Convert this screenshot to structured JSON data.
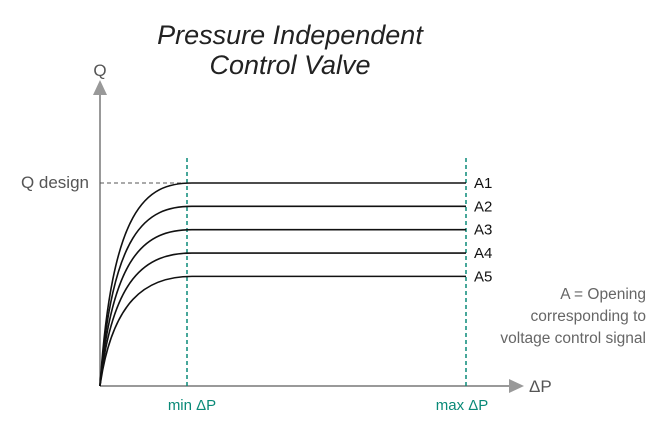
{
  "title": {
    "line1": "Pressure Independent",
    "line2": "Control Valve"
  },
  "axes": {
    "y_label": "Q",
    "x_label": "ΔP"
  },
  "q_design_label": "Q design",
  "markers": {
    "min_label": "min ΔP",
    "max_label": "max ΔP"
  },
  "curves": [
    {
      "label": "A1",
      "level": 1.0
    },
    {
      "label": "A2",
      "level": 0.885
    },
    {
      "label": "A3",
      "level": 0.77
    },
    {
      "label": "A4",
      "level": 0.655
    },
    {
      "label": "A5",
      "level": 0.54
    }
  ],
  "note": {
    "line1": "A = Opening",
    "line2": "corresponding to",
    "line3": "voltage control signal"
  },
  "colors": {
    "axis": "#999999",
    "curve": "#111111",
    "marker": "#0a8a78",
    "dashed": "#555555"
  }
}
